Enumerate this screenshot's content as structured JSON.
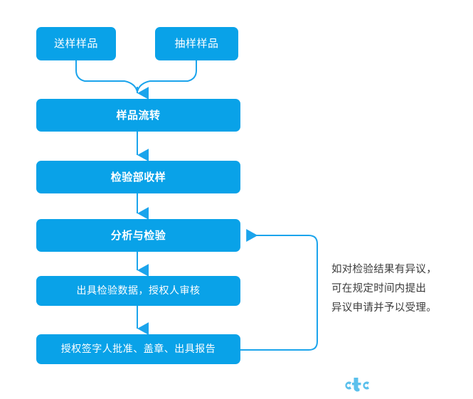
{
  "diagram": {
    "type": "flowchart",
    "title": "",
    "colors": {
      "node_fill": "#09a2e8",
      "node_text": "#ffffff",
      "connector": "#1ba4ec",
      "note_text": "#3b3b3b",
      "logo": "#5bc0ec",
      "background": "#ffffff"
    },
    "nodes": [
      {
        "id": "song_yang",
        "label": "送样样品"
      },
      {
        "id": "chou_yang",
        "label": "抽样样品"
      },
      {
        "id": "liu_zhuan",
        "label": "样品流转"
      },
      {
        "id": "shou_yang",
        "label": "检验部收样"
      },
      {
        "id": "fen_xi",
        "label": "分析与检验"
      },
      {
        "id": "chu_ju",
        "label": "出具检验数据，授权人审核"
      },
      {
        "id": "pi_zhun",
        "label": "授权签字人批准、盖章、出具报告"
      }
    ],
    "edges": [
      {
        "from": "song_yang",
        "to": "liu_zhuan",
        "style": "merge-curve"
      },
      {
        "from": "chou_yang",
        "to": "liu_zhuan",
        "style": "merge-curve"
      },
      {
        "from": "liu_zhuan",
        "to": "shou_yang",
        "style": "straight-arrow"
      },
      {
        "from": "shou_yang",
        "to": "fen_xi",
        "style": "straight-arrow"
      },
      {
        "from": "fen_xi",
        "to": "chu_ju",
        "style": "straight-arrow"
      },
      {
        "from": "chu_ju",
        "to": "pi_zhun",
        "style": "straight-arrow"
      },
      {
        "from": "pi_zhun",
        "to": "fen_xi",
        "style": "feedback-loop-right"
      }
    ]
  },
  "note": {
    "lines": [
      "如对检验结果有异议，",
      "可在规定时间内提出",
      "异议申请并予以受理。"
    ]
  },
  "logo": {
    "name": "ctc-logo",
    "text": "ctc"
  }
}
